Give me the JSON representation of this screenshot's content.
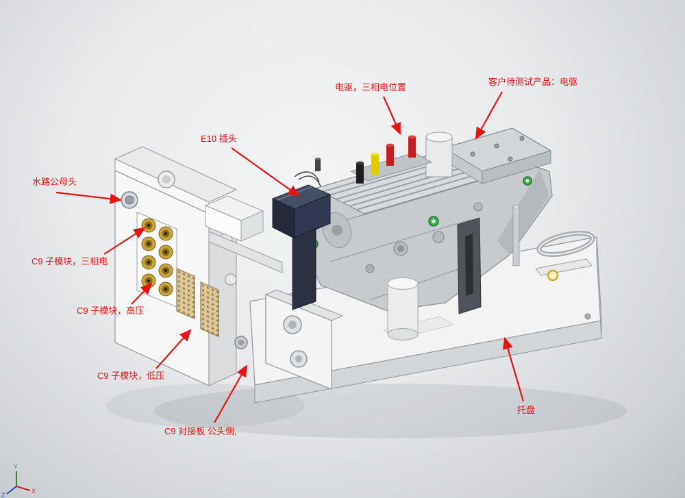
{
  "annotations": {
    "motor_position": {
      "label": "电驱，三相电位置"
    },
    "product_under_testری": {
      "label": ""
    },
    "product_under_test": {
      "label": "客户待测试产品：电驱"
    },
    "e10_plug": {
      "label": "E10 插头"
    },
    "water_coupling": {
      "label": "水路公母头"
    },
    "c9_three_phase": {
      "label": "C9 子模块，三相电"
    },
    "c9_high_voltage": {
      "label": "C9 子模块，高压"
    },
    "c9_low_voltage": {
      "label": "C9 子模块，低压"
    },
    "c9_dock_plate": {
      "label": "C9 对接板 公头侧,"
    },
    "tray": {
      "label": "托盘"
    }
  },
  "triad": {
    "x": "X",
    "y": "Y",
    "z": "Z"
  },
  "colors": {
    "annotation_red": "#e81212",
    "gold_connector": "#caa43c",
    "e10_navy": "#2a3242",
    "terminal_red": "#c41e1e",
    "terminal_yellow": "#e0ca00",
    "status_green": "#3cb24c"
  }
}
